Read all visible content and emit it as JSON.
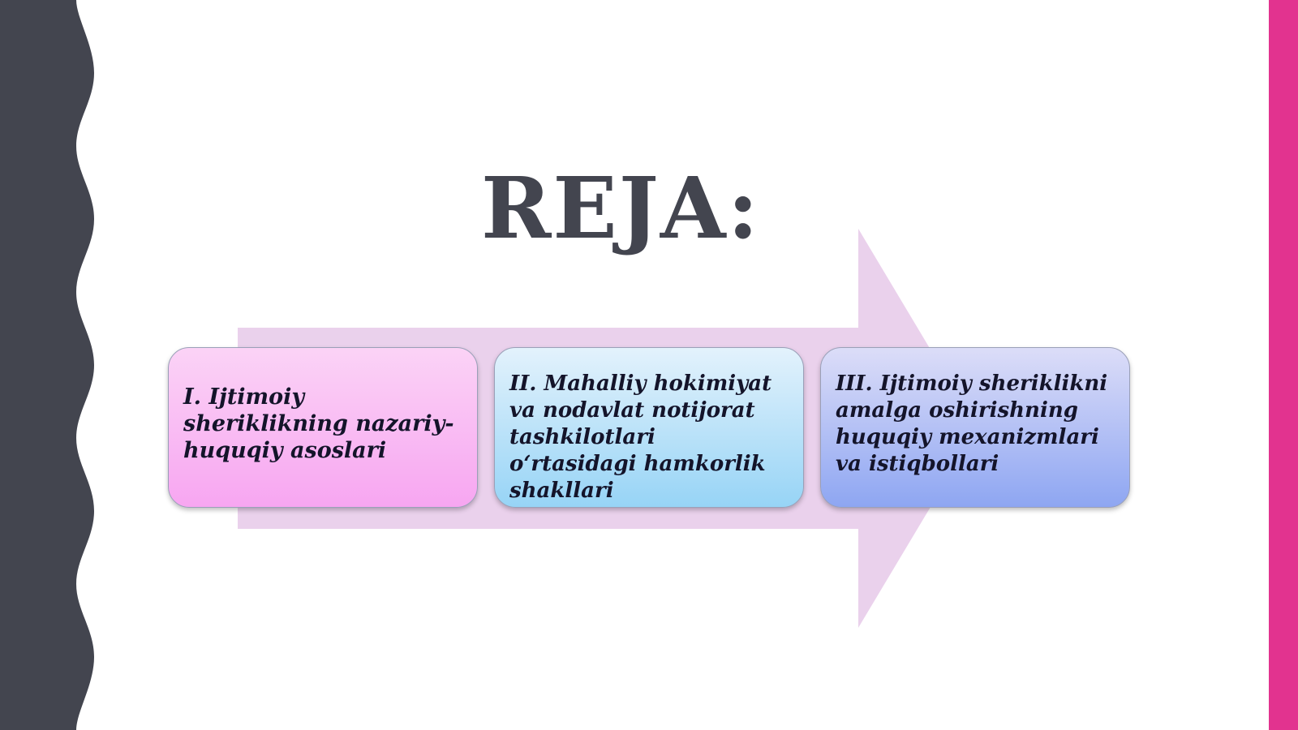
{
  "slide": {
    "title": "REJA:"
  },
  "steps": [
    {
      "label": "I. Ijtimoiy sheriklikning nazariy-huquqiy asoslari"
    },
    {
      "label": "II. Mahalliy hokimiyat va nodavlat notijorat tashkilotlari o‘rtasidagi hamkorlik shakllari"
    },
    {
      "label": "III. Ijtimoiy sheriklikni amalga oshirishning huquqiy mexanizmlari va istiqbollari"
    }
  ],
  "colors": {
    "left_band": "#43454f",
    "right_stripe": "#e2338f",
    "arrow": "#ead1ec",
    "box_1": "#f7a6f1",
    "box_2": "#97d4f6",
    "box_3": "#8ea6f2"
  }
}
